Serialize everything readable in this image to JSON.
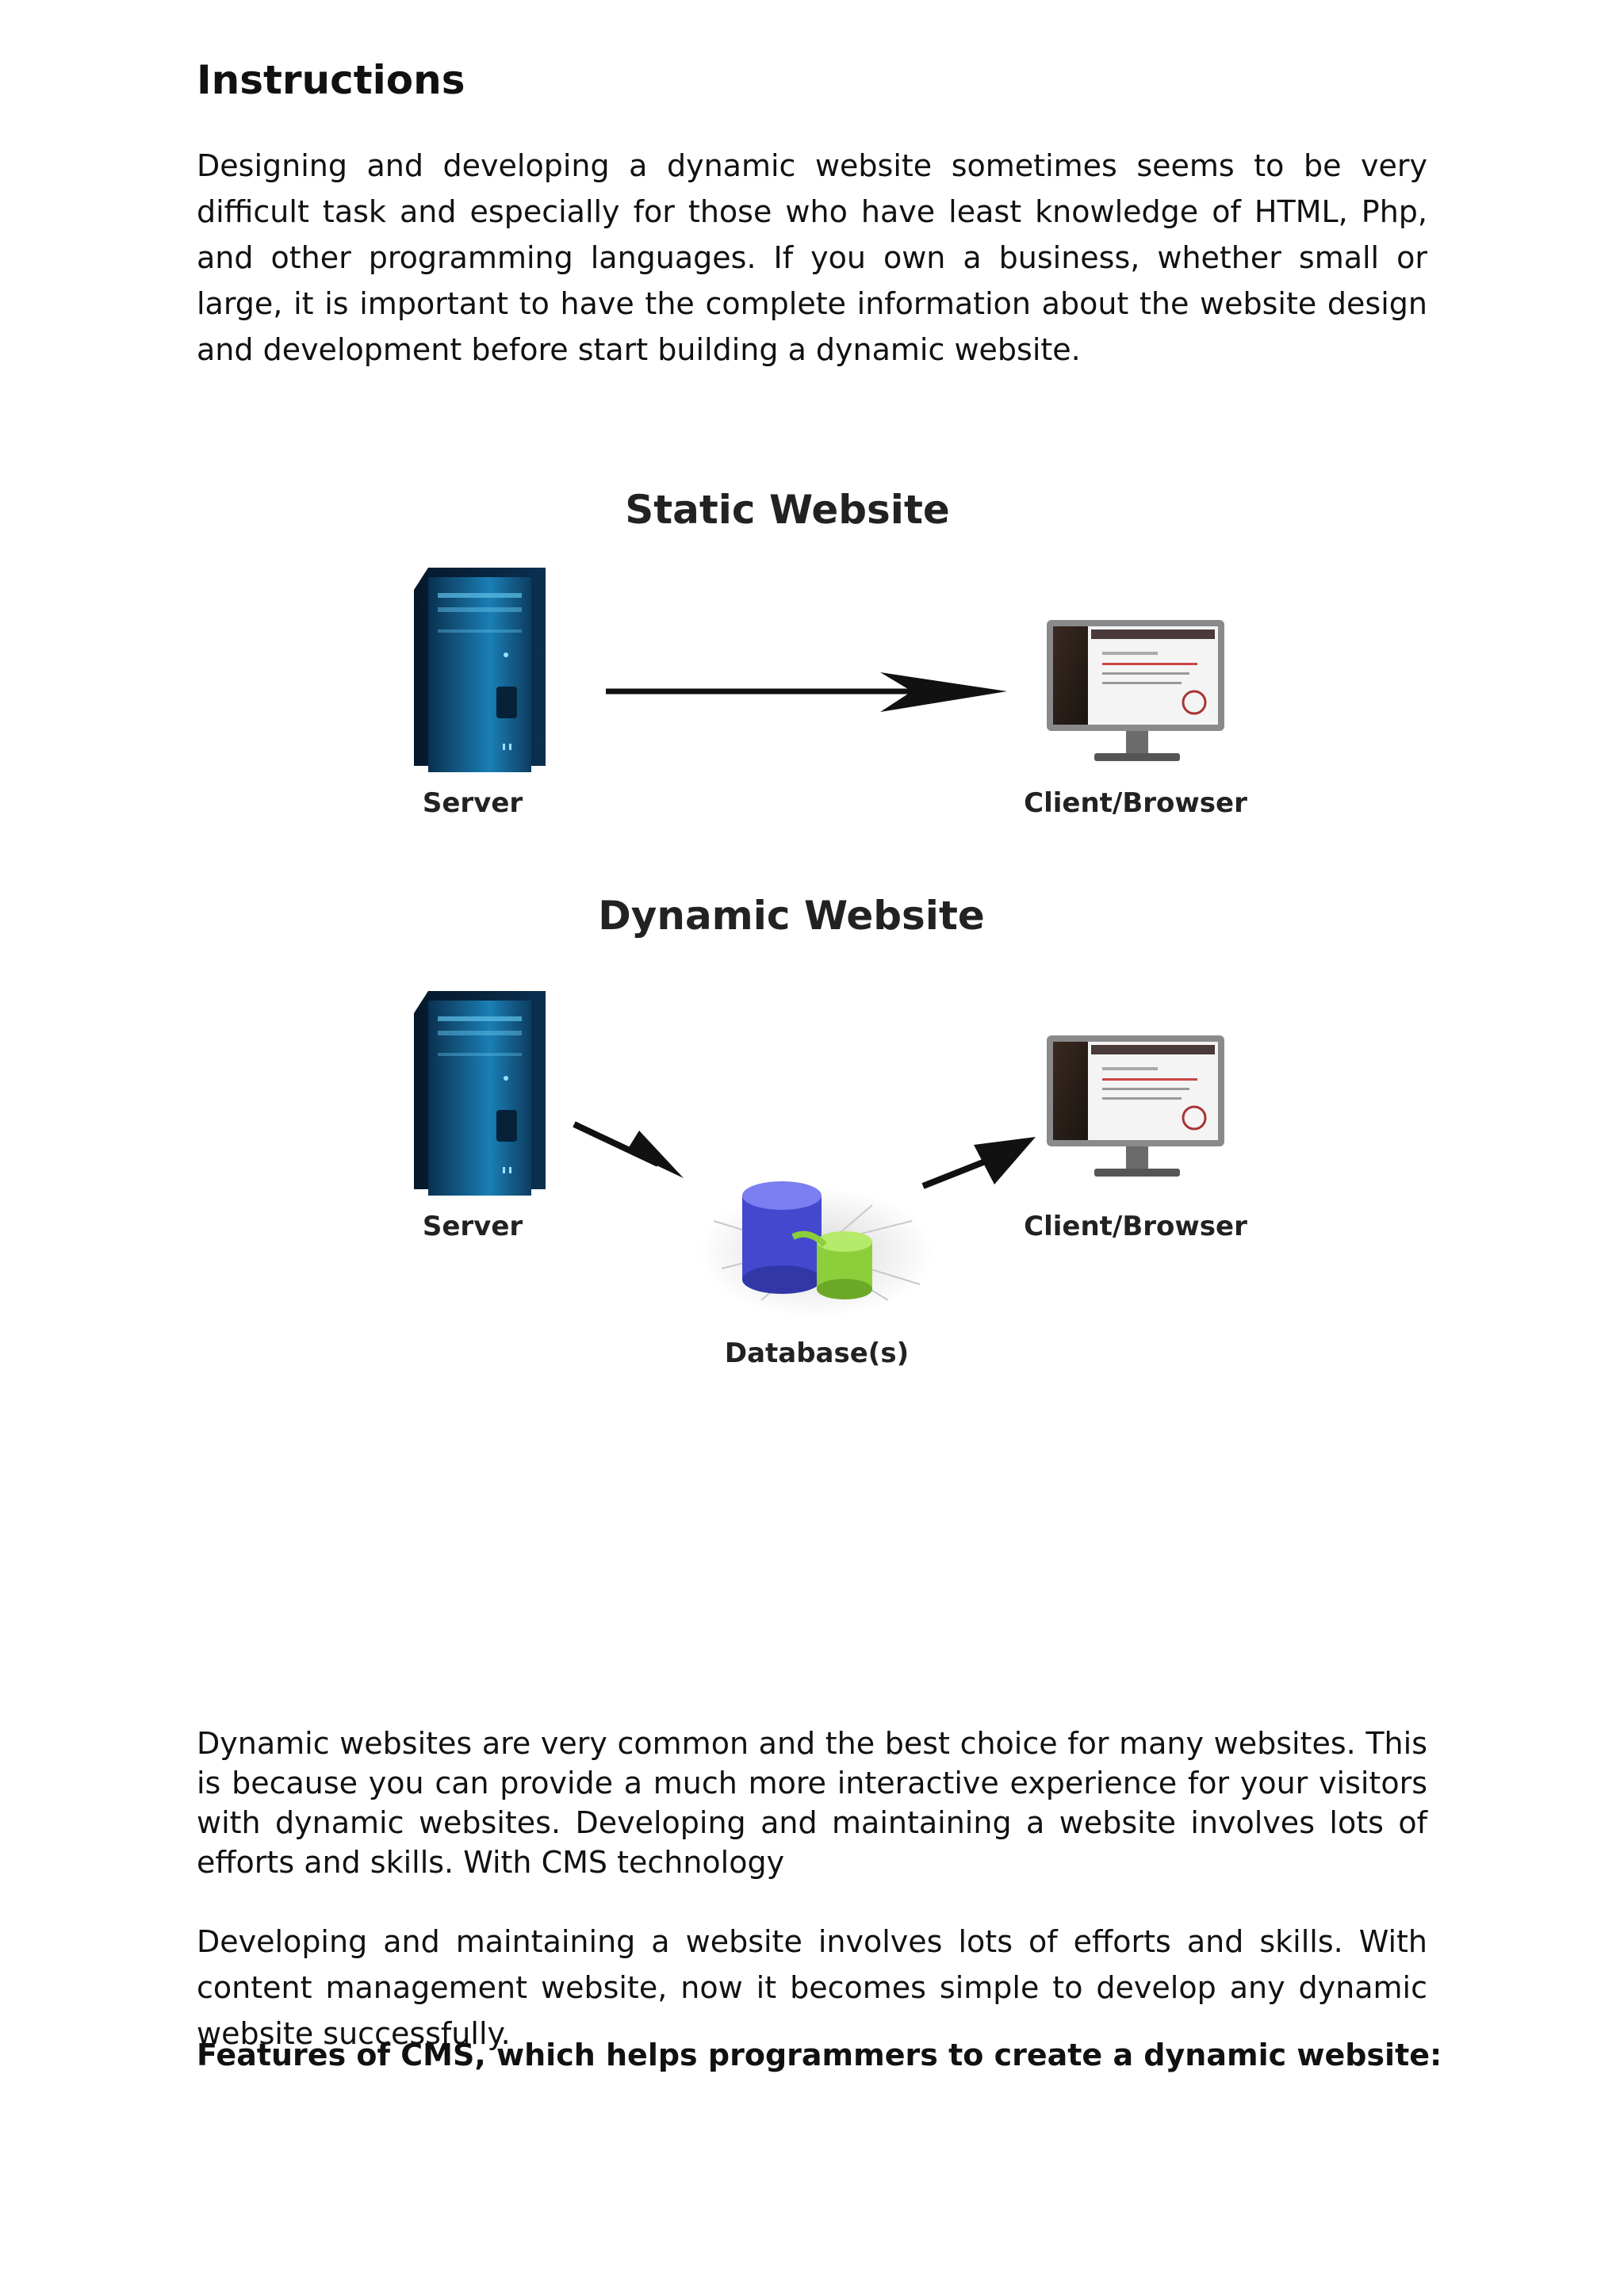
{
  "heading": "Instructions",
  "intro": "Designing and developing a dynamic website sometimes seems to be very difficult task and especially for those who have least knowledge of HTML, Php, and other programming languages. If you own a business, whether small or large, it is important to have the complete information about the website design and development before start building a dynamic website.",
  "diagram": {
    "static_title": "Static Website",
    "dynamic_title": "Dynamic Website",
    "server_label": "Server",
    "client_label": "Client/Browser",
    "database_label": "Database(s)",
    "icons": [
      "server-tower-icon",
      "monitor-icon",
      "database-icon",
      "arrow-icon"
    ]
  },
  "paragraph2": "Dynamic websites are very common and the best choice for many websites. This is because you can provide a much more interactive experience for your visitors with dynamic websites. Developing and maintaining a website involves lots of efforts and skills. With CMS technology",
  "paragraph3": "Developing and maintaining a website involves lots of efforts and skills. With content management website, now it becomes simple to develop any dynamic website successfully.",
  "features_heading": "Features of CMS, which helps programmers to create a dynamic website:",
  "colors": {
    "server_dark": "#0a2a44",
    "server_light": "#1f8fc4",
    "db_blue": "#4a4fd8",
    "db_green": "#8ccf3a",
    "arrow": "#111111"
  }
}
